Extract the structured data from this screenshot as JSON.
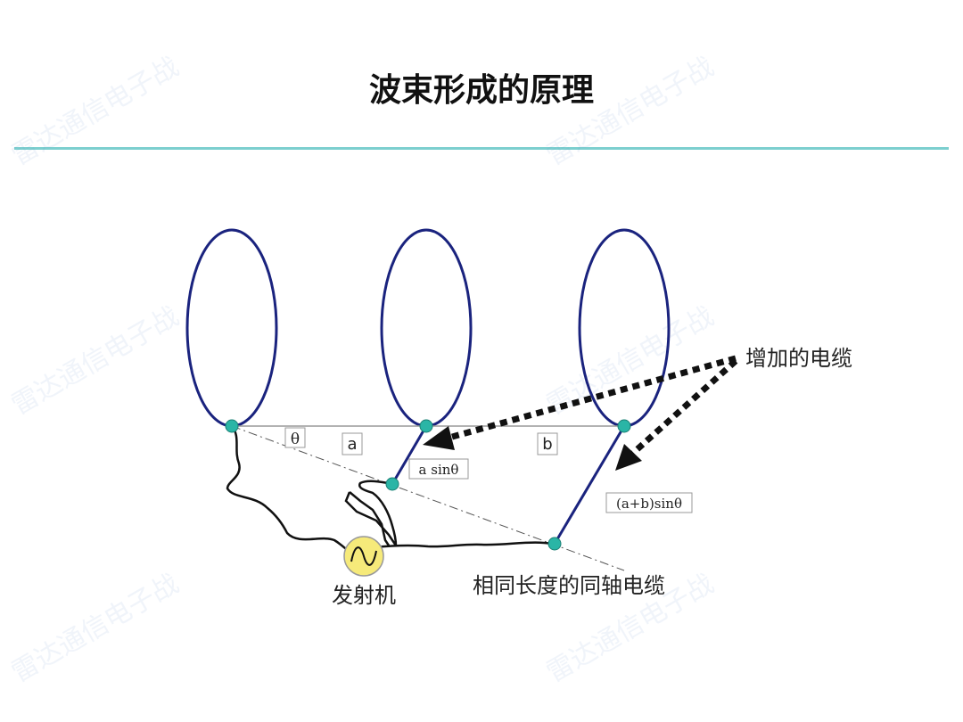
{
  "title": "波束形成的原理",
  "colors": {
    "rule": "#7ccfcf",
    "antenna": "#1a237e",
    "node": "#2ab5a6",
    "arrow": "#111111",
    "source": "#f6ea7a"
  },
  "diagram": {
    "theta_label": "θ",
    "spacing_a": "a",
    "spacing_b": "b",
    "delay_a": "a sinθ",
    "delay_ab": "(a+b)sinθ",
    "added_cable_label": "增加的电缆",
    "equal_cable_label": "相同长度的同轴电缆",
    "transmitter_label": "发射机"
  }
}
